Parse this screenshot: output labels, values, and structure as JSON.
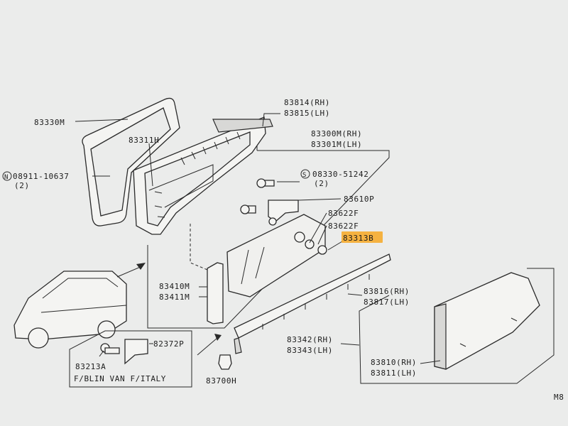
{
  "diagram": {
    "page_code": "M8",
    "callouts": [
      {
        "id": "83330M",
        "text": "83330M"
      },
      {
        "id": "83311H",
        "text": "83311H"
      },
      {
        "id": "08911",
        "text": "08911-10637",
        "symbol": "N",
        "qty": "(2)"
      },
      {
        "id": "83814",
        "lines": [
          "83814(RH)",
          "83815(LH)"
        ]
      },
      {
        "id": "83300M",
        "lines": [
          "83300M(RH)",
          "83301M(LH)"
        ]
      },
      {
        "id": "08330",
        "text": "08330-51242",
        "symbol": "S",
        "qty": "(2)"
      },
      {
        "id": "83610P",
        "text": "83610P"
      },
      {
        "id": "83622F_a",
        "text": "83622F"
      },
      {
        "id": "83622F_b",
        "text": "83622F"
      },
      {
        "id": "83313B",
        "text": "83313B",
        "highlighted": true
      },
      {
        "id": "83410M",
        "lines": [
          "83410M",
          "83411M"
        ]
      },
      {
        "id": "83816",
        "lines": [
          "83816(RH)",
          "83817(LH)"
        ]
      },
      {
        "id": "83342",
        "lines": [
          "83342(RH)",
          "83343(LH)"
        ]
      },
      {
        "id": "83810",
        "lines": [
          "83810(RH)",
          "83811(LH)"
        ]
      },
      {
        "id": "82372P",
        "text": "82372P"
      },
      {
        "id": "83213A",
        "text": "83213A"
      },
      {
        "id": "83700H",
        "text": "83700H"
      }
    ],
    "note": "F/BLIN VAN F/ITALY",
    "highlight_color": "#f7a823"
  }
}
